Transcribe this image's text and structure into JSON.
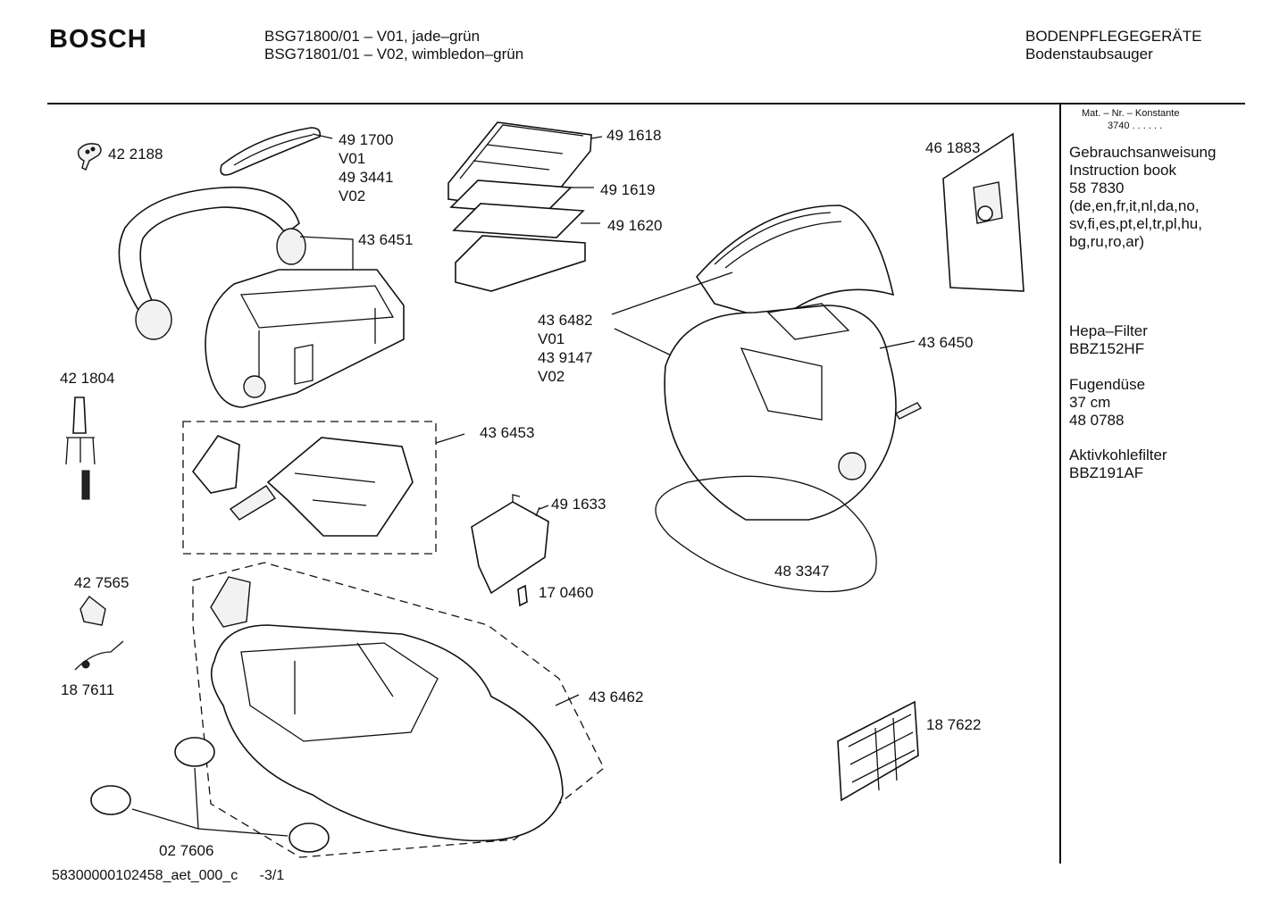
{
  "header": {
    "brand": "BOSCH",
    "model_line_1": "BSG71800/01 – V01, jade–grün",
    "model_line_2": "BSG71801/01 – V02, wimbledon–grün",
    "category_line_1": "BODENPFLEGEGERÄTE",
    "category_line_2": "Bodenstaubsauger"
  },
  "sidebar": {
    "mat_nr_label": "Mat. – Nr. – Konstante",
    "mat_nr_value": "3740 . .  . . . .",
    "blocks": [
      {
        "lines": [
          "Gebrauchsanweisung",
          "Instruction book",
          "58 7830",
          "(de,en,fr,it,nl,da,no,",
          "sv,fi,es,pt,el,tr,pl,hu,",
          "bg,ru,ro,ar)"
        ]
      },
      {
        "lines": [
          "Hepa–Filter",
          "BBZ152HF"
        ]
      },
      {
        "lines": [
          "Fugendüse",
          "37 cm",
          "48 0788"
        ]
      },
      {
        "lines": [
          "Aktivkohlefilter",
          "BBZ191AF"
        ]
      }
    ]
  },
  "parts": [
    {
      "lines": [
        "42 2188"
      ]
    },
    {
      "lines": [
        "49 1700",
        "V01",
        "49 3441",
        "V02"
      ]
    },
    {
      "lines": [
        "49 1618"
      ]
    },
    {
      "lines": [
        "49 1619"
      ]
    },
    {
      "lines": [
        "49 1620"
      ]
    },
    {
      "lines": [
        "46 1883"
      ]
    },
    {
      "lines": [
        "43 6451"
      ]
    },
    {
      "lines": [
        "42 1804"
      ]
    },
    {
      "lines": [
        "43 6482",
        "V01",
        "43 9147",
        "V02"
      ]
    },
    {
      "lines": [
        "43 6450"
      ]
    },
    {
      "lines": [
        "43 6453"
      ]
    },
    {
      "lines": [
        "49 1633"
      ]
    },
    {
      "lines": [
        "42 7565"
      ]
    },
    {
      "lines": [
        "17 0460"
      ]
    },
    {
      "lines": [
        "48 3347"
      ]
    },
    {
      "lines": [
        "18 7611"
      ]
    },
    {
      "lines": [
        "43 6462"
      ]
    },
    {
      "lines": [
        "18 7622"
      ]
    },
    {
      "lines": [
        "02 7606"
      ]
    }
  ],
  "footer": {
    "doc_id": "58300000102458_aet_000_c",
    "page": "-3/1"
  }
}
